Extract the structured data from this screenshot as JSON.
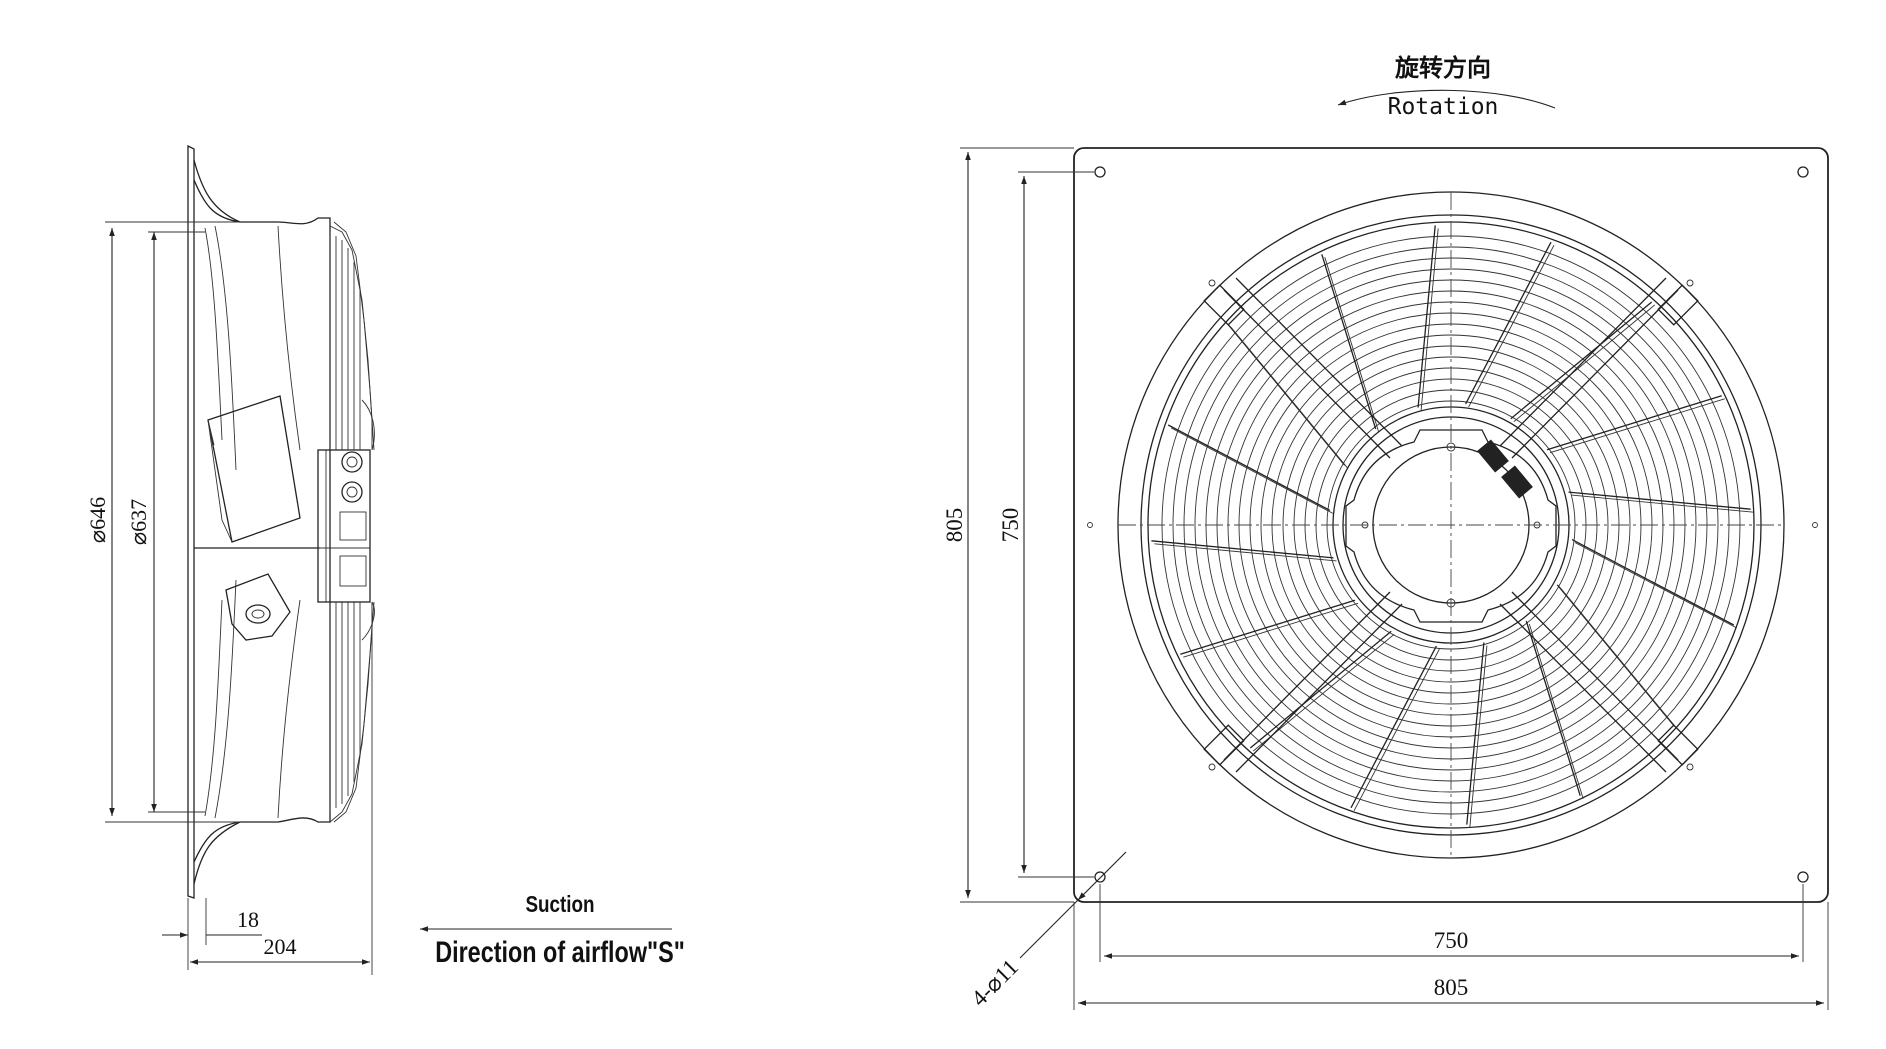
{
  "rotation": {
    "label_cn": "旋转方向",
    "label_en": "Rotation"
  },
  "airflow": {
    "suction_label": "Suction",
    "direction_label": "Direction of airflow\"S\""
  },
  "side_view": {
    "dia_outer": "⌀646",
    "dia_inner": "⌀637",
    "depth_flange": "18",
    "depth_total": "204"
  },
  "front_view": {
    "height_outer": "805",
    "height_holes": "750",
    "width_holes": "750",
    "width_outer": "805",
    "holes": "4-⌀11"
  }
}
